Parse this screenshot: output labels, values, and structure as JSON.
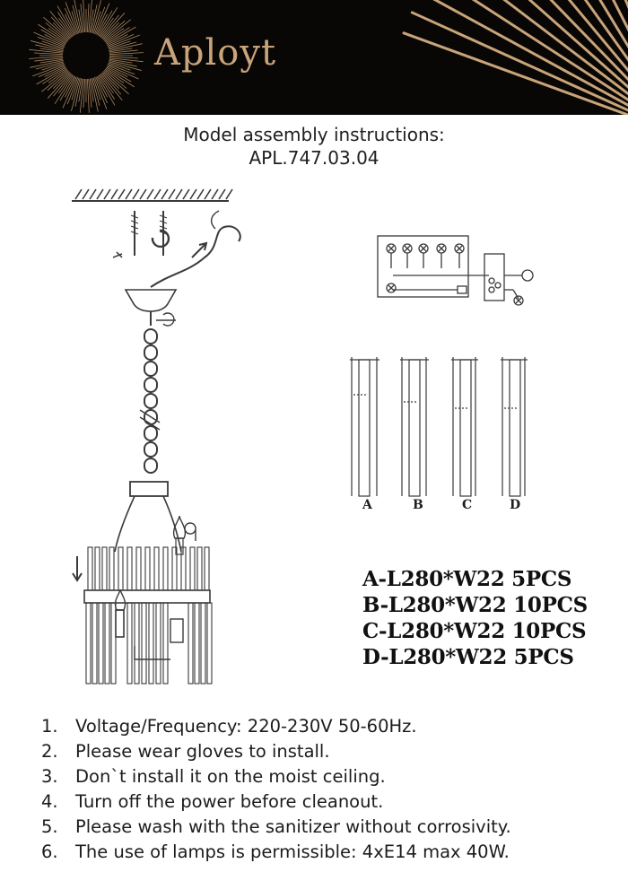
{
  "brand": {
    "name": "Aployt"
  },
  "document": {
    "title_line1": "Model assembly instructions:",
    "title_line2": "APL.747.03.04"
  },
  "rod_labels": [
    "A",
    "B",
    "C",
    "D"
  ],
  "specs": [
    "A-L280*W22  5PCS",
    "B-L280*W22  10PCS",
    "C-L280*W22  10PCS",
    "D-L280*W22  5PCS"
  ],
  "notes": [
    {
      "num": "1.",
      "text": "Voltage/Frequency: 220-230V 50-60Hz."
    },
    {
      "num": "2.",
      "text": "Please wear gloves to install."
    },
    {
      "num": "3.",
      "text": "Don`t install it on the moist ceiling."
    },
    {
      "num": "4.",
      "text": "Turn off the power before cleanout."
    },
    {
      "num": "5.",
      "text": "Please wash with the sanitizer without corrosivity."
    },
    {
      "num": "6.",
      "text": "The use of lamps is permissible: 4xE14 max 40W."
    }
  ],
  "colors": {
    "banner_bg": "#080705",
    "brand_gold": "#c9a47a",
    "text": "#1e1e1e"
  }
}
